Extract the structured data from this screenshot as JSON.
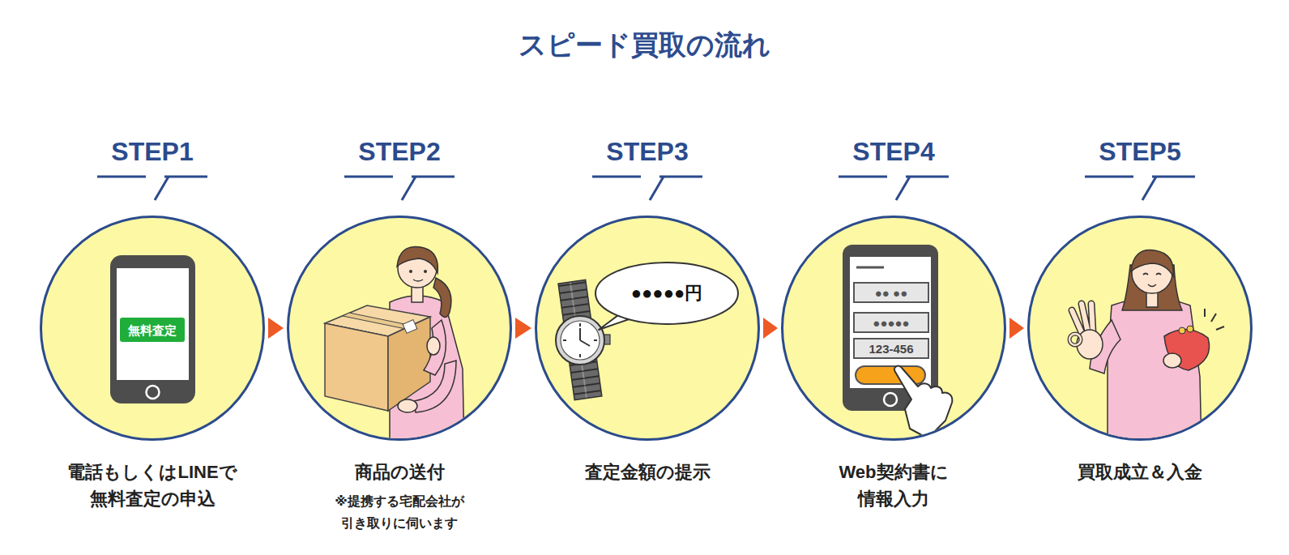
{
  "diagram": {
    "title": "スピード買取の流れ",
    "nodes": [
      {
        "text": [
          "STEP1",
          "電話もしくはLINEで 無料査定の申込"
        ]
      },
      {
        "text": [
          "STEP2",
          "商品の送付",
          "※提携する宅配会社が 引き取りに伺います"
        ]
      },
      {
        "text": [
          "STEP3",
          "査定金額の提示"
        ]
      },
      {
        "text": [
          "STEP4",
          "Web契約書に 情報入力"
        ]
      },
      {
        "text": [
          "STEP5",
          "買取成立＆入金"
        ]
      }
    ],
    "edges": [
      {
        "from": 0,
        "to": 1,
        "arrow": "to"
      },
      {
        "from": 1,
        "to": 2,
        "arrow": "to"
      },
      {
        "from": 2,
        "to": 3,
        "arrow": "to"
      },
      {
        "from": 3,
        "to": 4,
        "arrow": "to"
      }
    ],
    "labels": [
      "無料査定",
      "●●●●●円",
      "●● ●●",
      "●●●●●",
      "123-456"
    ]
  }
}
